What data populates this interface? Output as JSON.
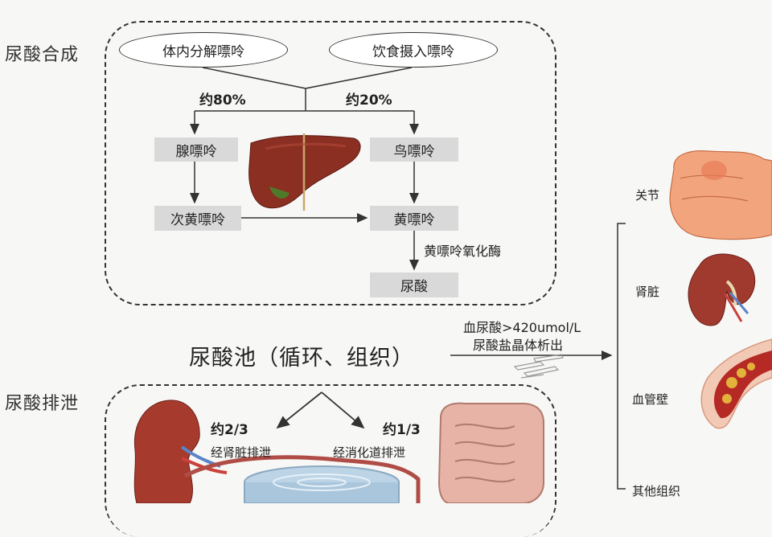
{
  "synthesis": {
    "section_label": "尿酸合成",
    "source_endogenous": "体内分解嘌呤",
    "source_diet": "饮食摄入嘌呤",
    "pct_endogenous": "约80%",
    "pct_diet": "约20%",
    "adenine": "腺嘌呤",
    "guanine": "鸟嘌呤",
    "hypoxanthine": "次黄嘌呤",
    "xanthine": "黄嘌呤",
    "enzyme": "黄嘌呤氧化酶",
    "uric_acid": "尿酸"
  },
  "pool": {
    "label": "尿酸池（循环、组织）",
    "condition_line1": "血尿酸>420umol/L",
    "condition_line2": "尿酸盐晶体析出"
  },
  "deposition": {
    "joint": "关节",
    "kidney": "肾脏",
    "vessel": "血管壁",
    "other": "其他组织"
  },
  "excretion": {
    "section_label": "尿酸排泄",
    "kidney_fraction": "约2/3",
    "kidney_route": "经肾脏排泄",
    "gut_fraction": "约1/3",
    "gut_route": "经消化道排泄"
  }
}
